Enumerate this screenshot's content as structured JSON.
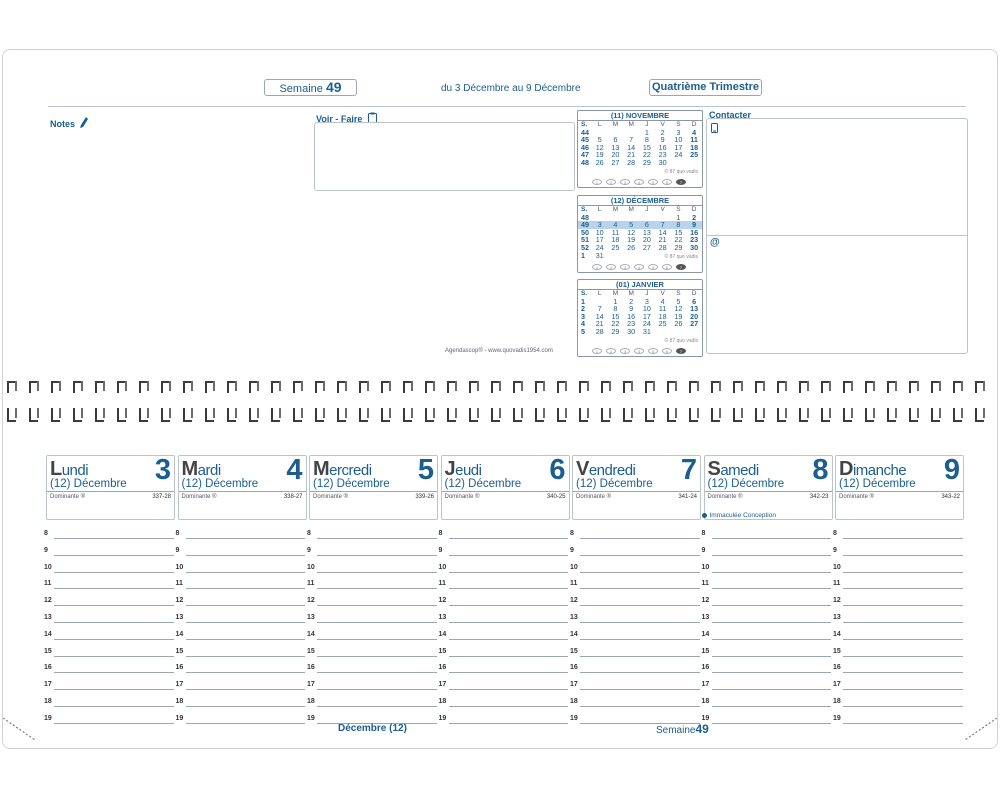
{
  "header": {
    "week_label": "Semaine",
    "week_number": "49",
    "date_range": "du 3 Décembre au 9 Décembre",
    "quarter": "Quatrième Trimestre"
  },
  "sections": {
    "notes": "Notes",
    "voir_faire": "Voir - Faire",
    "contacter": "Contacter",
    "at_symbol": "@",
    "footer_credit": "Agendascop® - www.quovadis1954.com"
  },
  "mini_calendars": [
    {
      "title": "(11) NOVEMBRE",
      "weekday_header": [
        "S.",
        "L",
        "M",
        "M",
        "J",
        "V",
        "S",
        "D"
      ],
      "rows": [
        [
          "44",
          "",
          "",
          "",
          "1",
          "2",
          "3",
          "4"
        ],
        [
          "45",
          "5",
          "6",
          "7",
          "8",
          "9",
          "10",
          "11"
        ],
        [
          "46",
          "12",
          "13",
          "14",
          "15",
          "16",
          "17",
          "18"
        ],
        [
          "47",
          "19",
          "20",
          "21",
          "22",
          "23",
          "24",
          "25"
        ],
        [
          "48",
          "26",
          "27",
          "28",
          "29",
          "30",
          "",
          ""
        ]
      ],
      "highlight_row": -1,
      "credit": "© 87 quo vadis",
      "circles": [
        "1",
        "2",
        "3",
        "4",
        "5",
        "6",
        "7"
      ]
    },
    {
      "title": "(12) DÉCEMBRE",
      "weekday_header": [
        "S.",
        "L",
        "M",
        "M",
        "J",
        "V",
        "S",
        "D"
      ],
      "rows": [
        [
          "48",
          "",
          "",
          "",
          "",
          "",
          "1",
          "2"
        ],
        [
          "49",
          "3",
          "4",
          "5",
          "6",
          "7",
          "8",
          "9"
        ],
        [
          "50",
          "10",
          "11",
          "12",
          "13",
          "14",
          "15",
          "16"
        ],
        [
          "51",
          "17",
          "18",
          "19",
          "20",
          "21",
          "22",
          "23"
        ],
        [
          "52",
          "24",
          "25",
          "26",
          "27",
          "28",
          "29",
          "30"
        ],
        [
          "1",
          "31",
          "",
          "",
          "",
          "",
          "",
          ""
        ]
      ],
      "highlight_row": 1,
      "credit": "© 87 quo vadis",
      "circles": [
        "1",
        "2",
        "3",
        "4",
        "5",
        "6",
        "7"
      ]
    },
    {
      "title": "(01) JANVIER",
      "weekday_header": [
        "S.",
        "L",
        "M",
        "M",
        "J",
        "V",
        "S",
        "D"
      ],
      "rows": [
        [
          "1",
          "",
          "1",
          "2",
          "3",
          "4",
          "5",
          "6"
        ],
        [
          "2",
          "7",
          "8",
          "9",
          "10",
          "11",
          "12",
          "13"
        ],
        [
          "3",
          "14",
          "15",
          "16",
          "17",
          "18",
          "19",
          "20"
        ],
        [
          "4",
          "21",
          "22",
          "23",
          "24",
          "25",
          "26",
          "27"
        ],
        [
          "5",
          "28",
          "29",
          "30",
          "31",
          "",
          "",
          ""
        ]
      ],
      "highlight_row": -1,
      "credit": "© 87 quo vadis",
      "circles": [
        "1",
        "2",
        "3",
        "4",
        "5",
        "6",
        "7"
      ]
    }
  ],
  "days": [
    {
      "first": "L",
      "rest": "undi",
      "number": "3",
      "month": "(12) Décembre",
      "dominante": "Dominante ®",
      "code": "337-28",
      "holiday": ""
    },
    {
      "first": "M",
      "rest": "ardi",
      "number": "4",
      "month": "(12) Décembre",
      "dominante": "Dominante ®",
      "code": "338-27",
      "holiday": ""
    },
    {
      "first": "M",
      "rest": "ercredi",
      "number": "5",
      "month": "(12) Décembre",
      "dominante": "Dominante ®",
      "code": "339-26",
      "holiday": ""
    },
    {
      "first": "J",
      "rest": "eudi",
      "number": "6",
      "month": "(12) Décembre",
      "dominante": "Dominante ®",
      "code": "340-25",
      "holiday": ""
    },
    {
      "first": "V",
      "rest": "endredi",
      "number": "7",
      "month": "(12) Décembre",
      "dominante": "Dominante ®",
      "code": "341-24",
      "holiday": ""
    },
    {
      "first": "S",
      "rest": "amedi",
      "number": "8",
      "month": "(12) Décembre",
      "dominante": "Dominante ®",
      "code": "342-23",
      "holiday": "Immaculée Conception"
    },
    {
      "first": "D",
      "rest": "imanche",
      "number": "9",
      "month": "(12) Décembre",
      "dominante": "Dominante ®",
      "code": "343-22",
      "holiday": ""
    }
  ],
  "hours": [
    "8",
    "9",
    "10",
    "11",
    "12",
    "13",
    "14",
    "15",
    "16",
    "17",
    "18",
    "19"
  ],
  "footer": {
    "month": "Décembre (12)",
    "week_label": "Semaine",
    "week_number": "49"
  },
  "colors": {
    "accent": "#1b5e8f",
    "highlight": "#b8d3ea",
    "rule": "#9aa6b0"
  },
  "icons": [
    "pencil-icon",
    "notepad-icon",
    "phone-icon"
  ]
}
